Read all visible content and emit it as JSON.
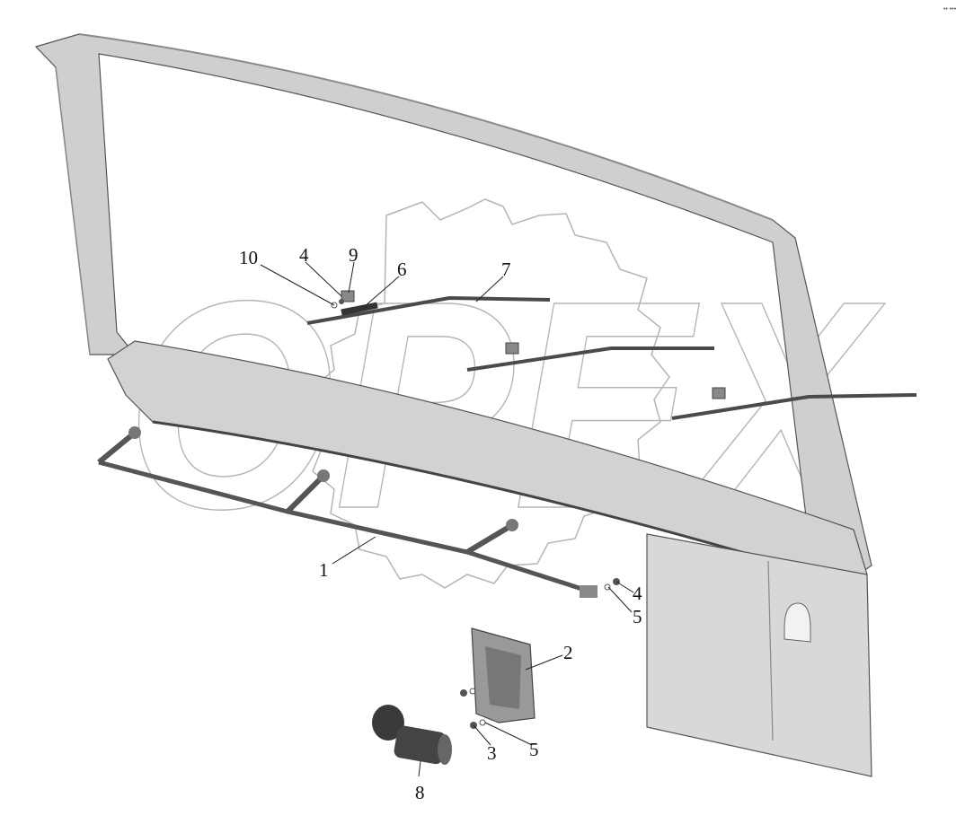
{
  "watermark": {
    "text": "OPEX",
    "color": "#9a9a9a"
  },
  "corner_mark": "•• •••",
  "colors": {
    "frame": "#c8c8c8",
    "frame_dark": "#8c8c8c",
    "blade": "#4a4a4a",
    "outline": "#555555"
  },
  "callouts": [
    {
      "id": "10",
      "text": "10"
    },
    {
      "id": "4a",
      "text": "4"
    },
    {
      "id": "9",
      "text": "9"
    },
    {
      "id": "6",
      "text": "6"
    },
    {
      "id": "7",
      "text": "7"
    },
    {
      "id": "1",
      "text": "1"
    },
    {
      "id": "4b",
      "text": "4"
    },
    {
      "id": "5a",
      "text": "5"
    },
    {
      "id": "2",
      "text": "2"
    },
    {
      "id": "3",
      "text": "3"
    },
    {
      "id": "5b",
      "text": "5"
    },
    {
      "id": "8",
      "text": "8"
    }
  ]
}
